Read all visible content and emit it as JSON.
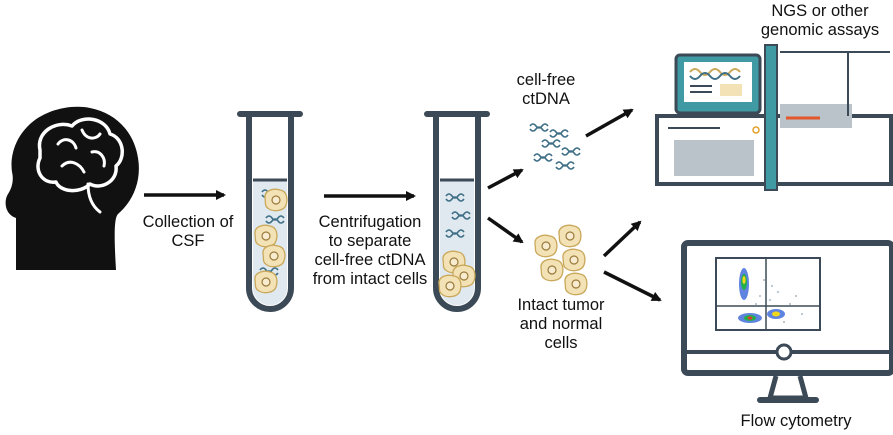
{
  "labels": {
    "collection": [
      "Collection of",
      "CSF"
    ],
    "centrifugation": [
      "Centrifugation",
      "to separate",
      "cell-free ctDNA",
      "from intact cells"
    ],
    "cellfree": [
      "cell-free",
      "ctDNA"
    ],
    "intact": [
      "Intact tumor",
      "and normal",
      "cells"
    ],
    "ngs": [
      "NGS or other",
      "genomic assays"
    ],
    "flow": [
      "Flow cytometry"
    ]
  },
  "colors": {
    "ink": "#111111",
    "tube_outline": "#3b4a56",
    "fluid": "#dfe9ef",
    "cell": "#f3e2b6",
    "cell_outline": "#c9a85a",
    "dna": "#3e6f86",
    "screen_accent": "#3f9aa3",
    "machine_panel": "#b9c3c9",
    "bar_red": "#e2572b"
  },
  "icons": [
    "head-brain-icon",
    "test-tube-icon",
    "dna-fragment-icon",
    "cell-icon",
    "sequencer-machine-icon",
    "monitor-icon",
    "arrow-icon"
  ]
}
